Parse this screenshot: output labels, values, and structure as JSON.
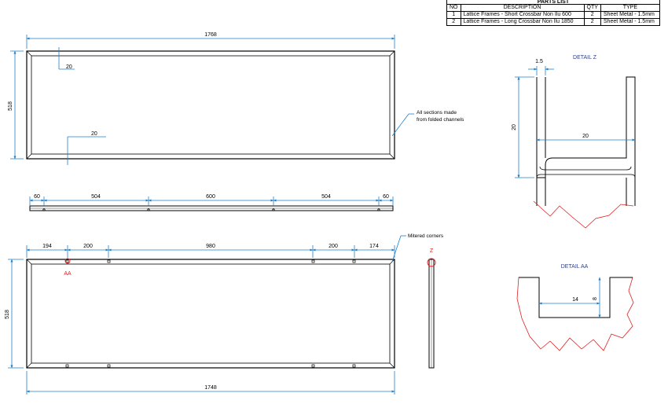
{
  "parts_list": {
    "title": "PARTS LIST",
    "headers": {
      "no": "NO",
      "description": "DESCRIPTION",
      "qty": "QTY",
      "type": "TYPE"
    },
    "rows": [
      {
        "no": "1",
        "description": "Lattice Frames - Short Crossbar Non Ilu 600",
        "qty": "2",
        "type": "Sheet Metal - 1.5mm"
      },
      {
        "no": "2",
        "description": "Lattice Frames - Long Crossbar Non Ilu 1850",
        "qty": "2",
        "type": "Sheet Metal - 1.5mm"
      }
    ]
  },
  "top_view": {
    "width": "1768",
    "height": "518",
    "inset_top": "20",
    "inset_bottom": "20",
    "note_line1": "All sections made",
    "note_line2": "from folded channels"
  },
  "strip_view": {
    "spacing": [
      "60",
      "504",
      "600",
      "504",
      "60"
    ]
  },
  "bottom_view": {
    "spacing": [
      "194",
      "200",
      "980",
      "200",
      "174"
    ],
    "mitered_note": "Mitered corners",
    "height": "518",
    "width": "1748",
    "detail_marker": "AA"
  },
  "side_view": {
    "detail_marker": "Z"
  },
  "detail_z": {
    "title": "DETAIL Z",
    "thickness": "1.5",
    "height": "20",
    "width": "20"
  },
  "detail_aa": {
    "title": "DETAIL AA",
    "width": "14",
    "height": "8"
  },
  "colors": {
    "dimension": "#1e7fc9",
    "marker": "#e02020",
    "title": "#2e3f8f",
    "outline": "#000000"
  }
}
